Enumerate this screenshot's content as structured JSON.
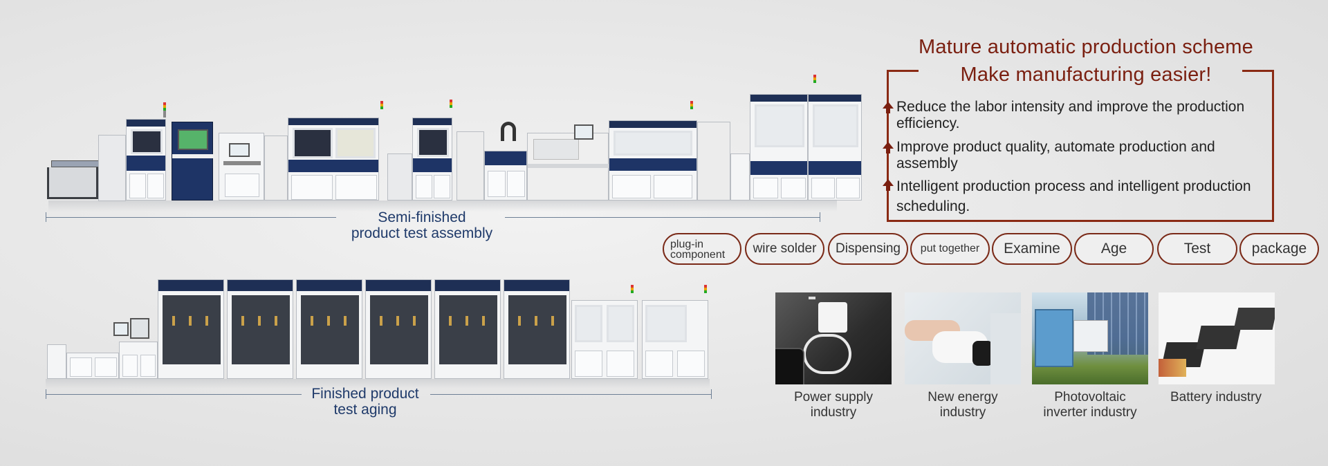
{
  "semi_finished_label": "Semi-finished\nproduct test assembly",
  "finished_label": "Finished product\ntest aging",
  "scheme": {
    "title_line1": "Mature automatic production scheme",
    "title_line2": "Make manufacturing easier!",
    "benefits": [
      "Reduce the labor intensity and improve the production efficiency.",
      "Improve product quality, automate production and assembly",
      "Intelligent production process and intelligent production scheduling."
    ]
  },
  "process_steps": [
    "plug-in component",
    "wire solder",
    "Dispensing",
    "put together",
    "Examine",
    "Age",
    "Test",
    "package"
  ],
  "industries": [
    {
      "label": "Power supply industry",
      "icon": "power-supply-charger-image"
    },
    {
      "label": "New energy industry",
      "icon": "ev-charging-plug-image"
    },
    {
      "label": "Photovoltaic inverter industry",
      "icon": "solar-inverter-image"
    },
    {
      "label": "Battery industry",
      "icon": "battery-modules-image"
    }
  ],
  "colors": {
    "accent": "#7a1f10",
    "navy": "#1f3a6a",
    "machine_navy": "#1e3466"
  }
}
